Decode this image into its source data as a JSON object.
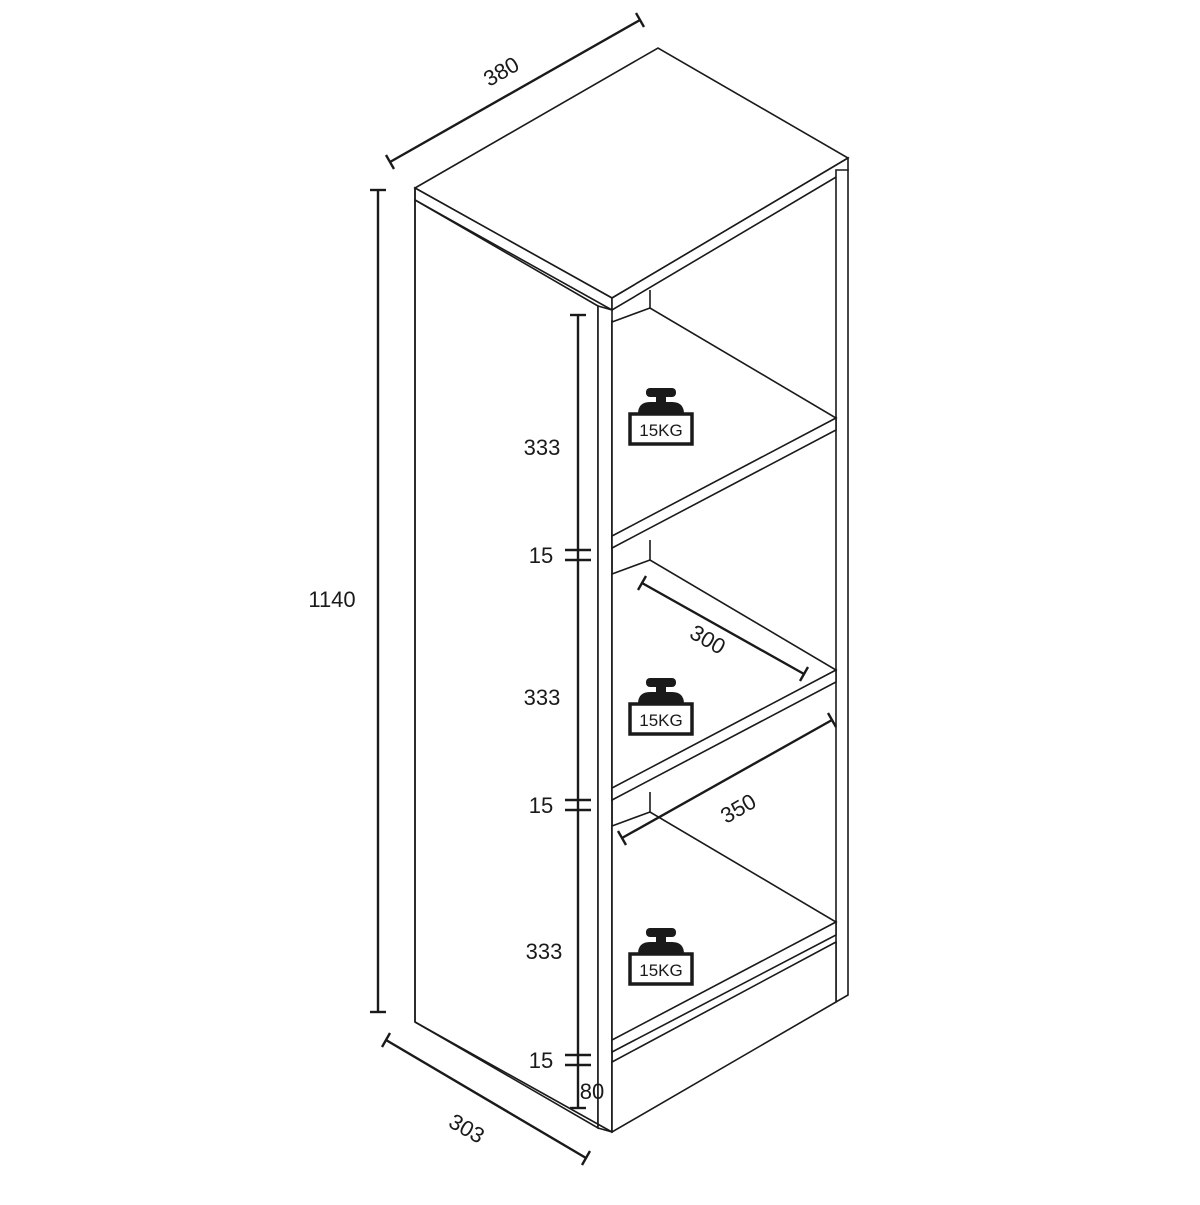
{
  "dimensions": {
    "width": "380",
    "depth": "303",
    "height": "1140",
    "compartment_height": [
      "333",
      "333",
      "333"
    ],
    "shelf_thickness": [
      "15",
      "15",
      "15"
    ],
    "plinth_height": "80",
    "inner_depth": "300",
    "inner_width": "350"
  },
  "load_badges": [
    {
      "label": "15KG"
    },
    {
      "label": "15KG"
    },
    {
      "label": "15KG"
    }
  ],
  "icons": {
    "weight": "weight-icon"
  }
}
